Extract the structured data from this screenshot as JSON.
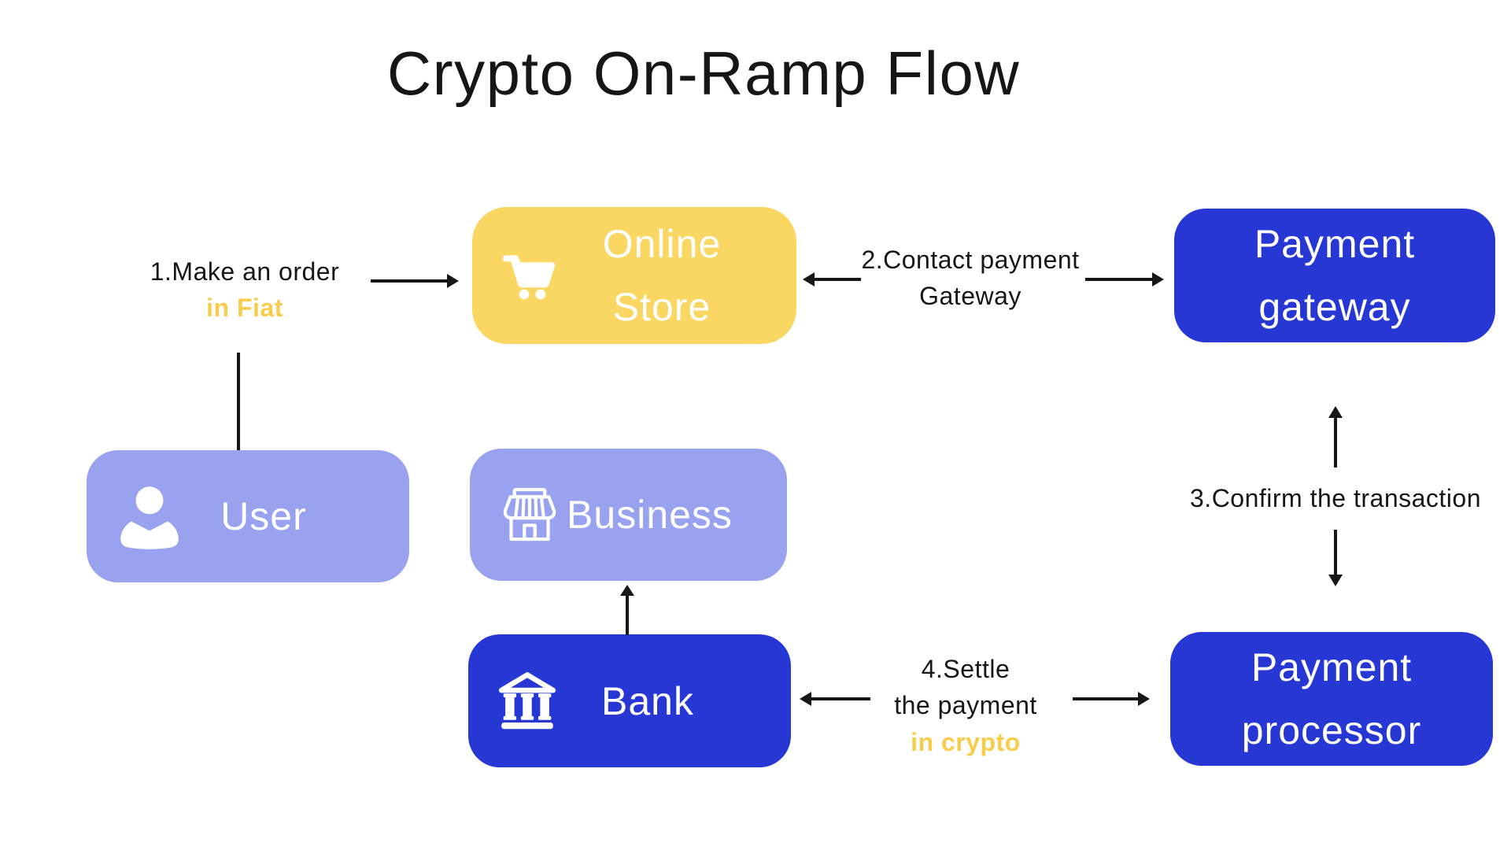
{
  "title": "Crypto On-Ramp Flow",
  "colors": {
    "canvas": "#ffffff",
    "yellow_box": "#fad763",
    "periwinkle_box": "#99a2ef",
    "blue_box": "#2637d3",
    "accent_yellow_text": "#f8cc4c",
    "ink": "#161616",
    "box_text": "#ffffff"
  },
  "nodes": {
    "online_store": {
      "line1": "Online",
      "line2": "Store",
      "icon": "shopping-cart-icon"
    },
    "payment_gateway": {
      "line1": "Payment",
      "line2": "gateway"
    },
    "user": {
      "label": "User",
      "icon": "person-icon"
    },
    "business": {
      "label": "Business",
      "icon": "storefront-icon"
    },
    "bank": {
      "label": "Bank",
      "icon": "bank-icon"
    },
    "payment_processor": {
      "line1": "Payment",
      "line2": "processor"
    }
  },
  "steps": {
    "step1": {
      "text": "1.Make an order",
      "highlight": "in Fiat"
    },
    "step2": {
      "line1": "2.Contact payment",
      "line2": "Gateway"
    },
    "step3": {
      "text": "3.Confirm the transaction"
    },
    "step4": {
      "line1": "4.Settle",
      "line2": "the payment",
      "highlight": "in crypto"
    }
  }
}
